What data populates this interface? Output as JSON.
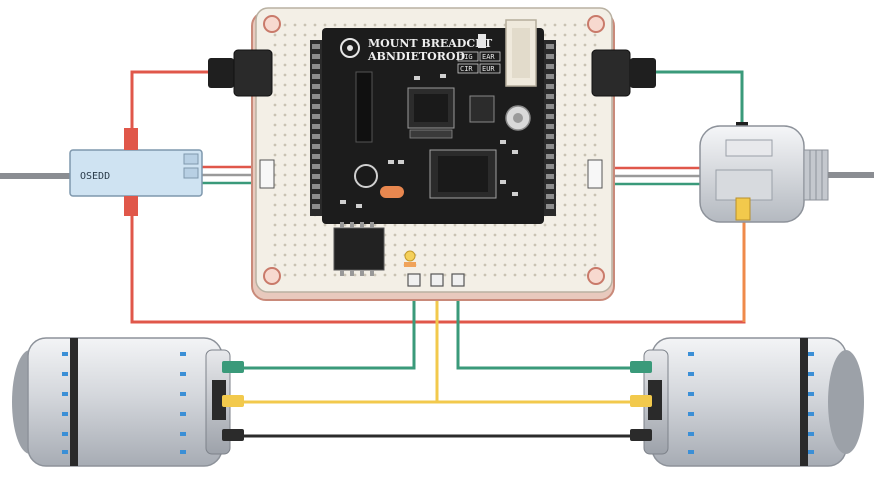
{
  "board": {
    "title_line1": "MOUNT BREADCRT",
    "title_line2": "ABNDIETOROD",
    "chip_labels": [
      "TIG",
      "EAR",
      "CIR",
      "EUR"
    ]
  },
  "left_module": {
    "label": "OSEDD"
  },
  "colors": {
    "red_wire": "#e0574a",
    "green_wire": "#3a9a7a",
    "yellow_wire": "#f2c94c",
    "black_wire": "#2b2b2b",
    "orange_wire": "#ef8a4a",
    "perfboard": "#f3efe6",
    "board_pcb": "#1c1c1c",
    "module_blue": "#cfe3f2"
  },
  "icons": [
    "gear-symbol-icon",
    "usb-connector-icon",
    "reset-button-icon"
  ]
}
